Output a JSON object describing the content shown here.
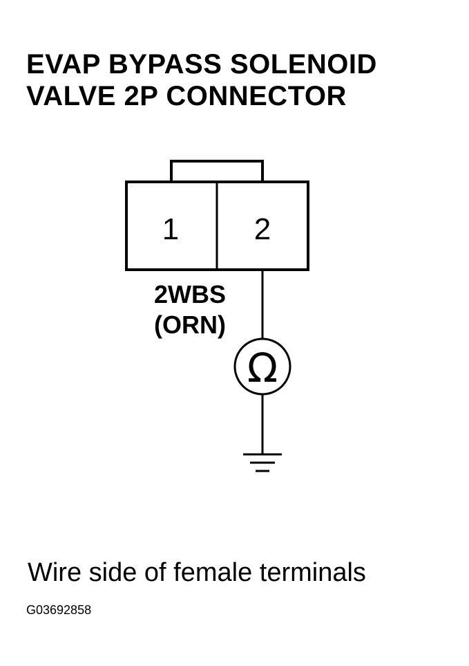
{
  "title": {
    "line1": "EVAP BYPASS SOLENOID",
    "line2": "VALVE 2P CONNECTOR"
  },
  "connector": {
    "terminal_1": "1",
    "terminal_2": "2"
  },
  "wire": {
    "code": "2WBS",
    "color": "(ORN)"
  },
  "meter": {
    "symbol": "Ω",
    "icon": "ohmmeter-icon"
  },
  "ground": {
    "icon": "ground-icon"
  },
  "caption": "Wire side of female terminals",
  "figure_id": "G03692858"
}
